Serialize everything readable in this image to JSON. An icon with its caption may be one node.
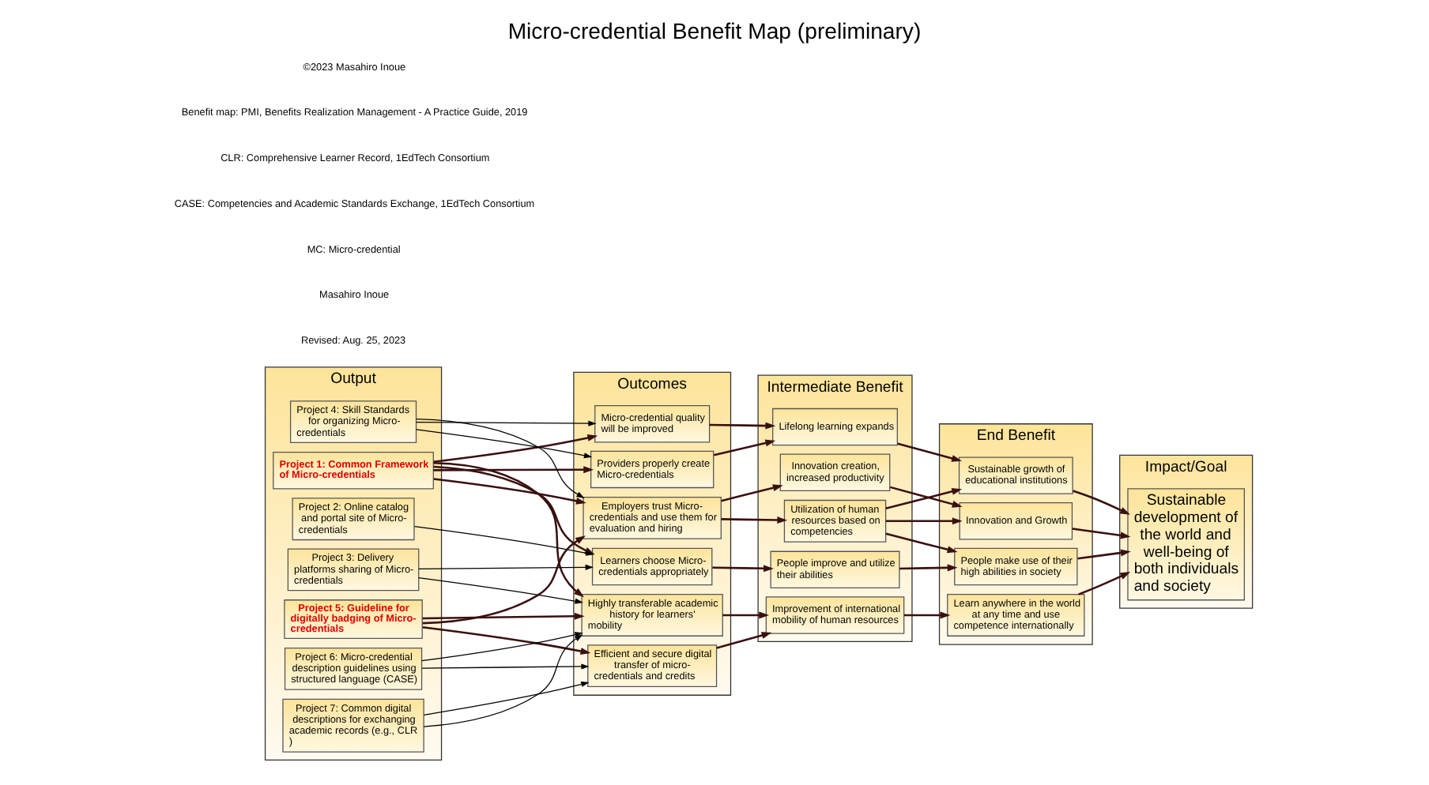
{
  "diagram": {
    "title": "Micro-credential Benefit Map (preliminary)",
    "nodes": [
      {
        "text": [
          "Output"
        ]
      },
      {
        "text": [
          "Project 1: Common Framework of Micro-credentials"
        ],
        "in": 0
      },
      {
        "text": [
          "Project 2: Online catalog and portal site of Micro-credentials"
        ],
        "in": 0
      },
      {
        "text": [
          "Project 3: Delivery platforms sharing of Micro-credentials"
        ],
        "in": 0
      },
      {
        "text": [
          "Project 4: Skill Standards for organizing Micro-credentials"
        ],
        "in": 0
      },
      {
        "text": [
          "Project 5: Guideline for digitally badging of Micro-credentials"
        ],
        "in": 0
      },
      {
        "text": [
          "Project 6: Micro-credential description guidelines using structured language (CASE)"
        ],
        "in": 0
      },
      {
        "text": [
          "Project 7: Common digital descriptions for exchanging academic records (e.g., CLR )"
        ],
        "in": 0
      },
      {
        "text": [
          "Outcomes"
        ]
      },
      {
        "text": [
          "Learners choose Micro-credentials appropriately"
        ],
        "in": 8
      },
      {
        "text": [
          "Micro-credential quality will be improved"
        ],
        "in": 8
      },
      {
        "text": [
          "Providers properly create Micro-credentials"
        ],
        "in": 8
      },
      {
        "text": [
          "Employers trust Micro-credentials and use them for evaluation and hiring"
        ],
        "in": 8
      },
      {
        "text": [
          "Highly transferable academic history for learners' mobility"
        ],
        "in": 8
      },
      {
        "text": [
          "Efficient and secure digital transfer of micro-credentials and credits"
        ],
        "in": 8
      },
      {
        "text": [
          "Intermediate Benefit"
        ]
      },
      {
        "text": [
          "People improve and utilize their abilities"
        ],
        "in": 15
      },
      {
        "text": [
          "Lifelong learning expands"
        ],
        "in": 15
      },
      {
        "text": [
          "Utilization of human resources based on competencies"
        ],
        "in": 15
      },
      {
        "text": [
          "Innovation creation, increased productivity"
        ],
        "in": 15
      },
      {
        "text": [
          "Improvement of international mobility of human resources"
        ],
        "in": 15
      },
      {
        "text": [
          "End Benefit"
        ]
      },
      {
        "text": [
          "People make use of their high abilities in society"
        ],
        "in": 21
      },
      {
        "text": [
          "Sustainable growth of educational institutions"
        ],
        "in": 21
      },
      {
        "text": [
          "Innovation and Growth"
        ],
        "in": 21
      },
      {
        "text": [
          "Learn anywhere in the world at any time and use competence internationally"
        ],
        "in": 21
      },
      {
        "text": [
          "Impact/Goal"
        ]
      },
      {
        "text": [
          "Sustainable development of the world and well-being of both individuals and society"
        ],
        "in": 26
      }
    ],
    "edges": [
      {
        "from": 1,
        "to": 9,
        "arrow": "to"
      },
      {
        "from": 1,
        "to": 10,
        "arrow": "to"
      },
      {
        "from": 1,
        "to": 11,
        "arrow": "to"
      },
      {
        "from": 1,
        "to": 12,
        "arrow": "to"
      },
      {
        "from": 1,
        "to": 13,
        "arrow": "to"
      },
      {
        "from": 2,
        "to": 9,
        "arrow": "to",
        "color": "#000000"
      },
      {
        "from": 3,
        "to": 9,
        "arrow": "to",
        "color": "#000000"
      },
      {
        "from": 3,
        "to": 13,
        "arrow": "to",
        "color": "#000000"
      },
      {
        "from": 4,
        "to": 10,
        "arrow": "to",
        "color": "#000000"
      },
      {
        "from": 4,
        "to": 11,
        "arrow": "to",
        "color": "#000000"
      },
      {
        "from": 4,
        "to": 12,
        "arrow": "to",
        "color": "#000000"
      },
      {
        "from": 5,
        "to": 12,
        "arrow": "to"
      },
      {
        "from": 5,
        "to": 13,
        "arrow": "to"
      },
      {
        "from": 5,
        "to": 14,
        "arrow": "to"
      },
      {
        "from": 6,
        "to": 13,
        "arrow": "to",
        "color": "#000000"
      },
      {
        "from": 6,
        "to": 14,
        "arrow": "to",
        "color": "#000000"
      },
      {
        "from": 7,
        "to": 13,
        "arrow": "to",
        "color": "#000000"
      },
      {
        "from": 7,
        "to": 14,
        "arrow": "to",
        "color": "#000000"
      },
      {
        "from": 9,
        "to": 16,
        "arrow": "to"
      },
      {
        "from": 10,
        "to": 17,
        "arrow": "to"
      },
      {
        "from": 11,
        "to": 17,
        "arrow": "to"
      },
      {
        "from": 12,
        "to": 18,
        "arrow": "to"
      },
      {
        "from": 12,
        "to": 19,
        "arrow": "to"
      },
      {
        "from": 13,
        "to": 20,
        "arrow": "to"
      },
      {
        "from": 14,
        "to": 20,
        "arrow": "to"
      },
      {
        "from": 16,
        "to": 22,
        "arrow": "to"
      },
      {
        "from": 17,
        "to": 23,
        "arrow": "to"
      },
      {
        "from": 18,
        "to": 22,
        "arrow": "to"
      },
      {
        "from": 18,
        "to": 23,
        "arrow": "to"
      },
      {
        "from": 18,
        "to": 24,
        "arrow": "to"
      },
      {
        "from": 19,
        "to": 24,
        "arrow": "to"
      },
      {
        "from": 20,
        "to": 25,
        "arrow": "to"
      },
      {
        "from": 22,
        "to": 27,
        "arrow": "to"
      },
      {
        "from": 23,
        "to": 27,
        "arrow": "to"
      },
      {
        "from": 24,
        "to": 27,
        "arrow": "to"
      },
      {
        "from": 25,
        "to": 27,
        "arrow": "to"
      }
    ],
    "labels": [
      "Revised: Aug. 25, 2023",
      "Masahiro Inoue",
      "MC: Micro-credential",
      "CASE: Competencies and Academic Standards Exchange, 1EdTech Consortium",
      "CLR: Comprehensive Learner Record, 1EdTech Consortium",
      "Benefit map: PMI, Benefits Realization Management - A Practice Guide, 2019",
      "©2023 Masahiro Inoue"
    ]
  }
}
